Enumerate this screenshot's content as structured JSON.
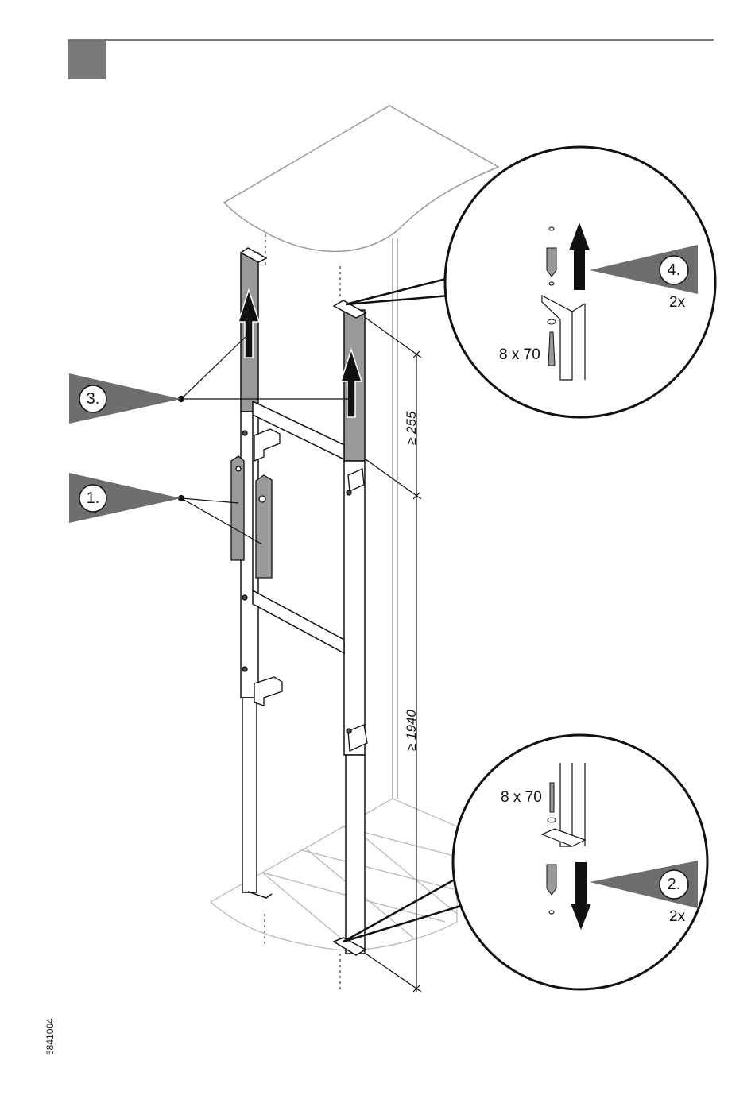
{
  "steps": [
    {
      "label": "1."
    },
    {
      "label": "2.",
      "quantity": "2x"
    },
    {
      "label": "3."
    },
    {
      "label": "4.",
      "quantity": "2x"
    }
  ],
  "details": {
    "top_screw_spec": "8 x 70",
    "bottom_screw_spec": "8 x 70"
  },
  "dimensions": {
    "upper": "≥ 255",
    "lower": "≥ 1940"
  },
  "document_number": "5841004",
  "colors": {
    "header_block": "#7a7a7a",
    "step_marker": "#6e6e6e",
    "part_fill": "#9a9a9a",
    "arrow": "#111111"
  }
}
